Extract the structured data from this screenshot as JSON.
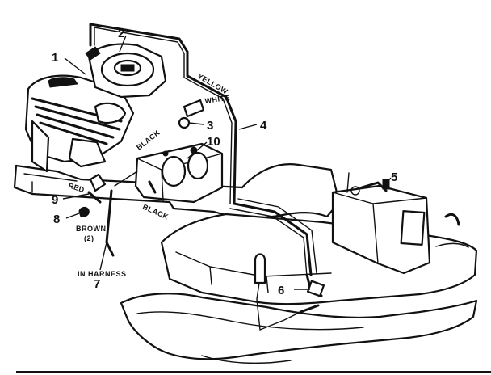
{
  "callouts": {
    "c1": "1",
    "c2": "2",
    "c3": "3",
    "c4": "4",
    "c5": "5",
    "c6": "6",
    "c7": "7",
    "c8": "8",
    "c9": "9",
    "c10": "10"
  },
  "wire_labels": {
    "yellow": "YELLOW",
    "white": "WHITE",
    "black_upper": "BLACK",
    "black_lower": "BLACK",
    "red": "RED",
    "brown": "BROWN",
    "brown_count": "(2)",
    "harness": "IN HARNESS"
  }
}
